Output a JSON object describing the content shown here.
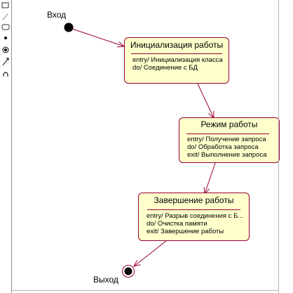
{
  "toolbar": {
    "tools": [
      {
        "icon": "text-box-tool-icon"
      },
      {
        "icon": "anchor-line-tool-icon"
      },
      {
        "icon": "state-tool-icon"
      },
      {
        "icon": "start-state-tool-icon"
      },
      {
        "icon": "end-state-tool-icon"
      },
      {
        "icon": "transition-tool-icon"
      },
      {
        "icon": "self-transition-tool-icon"
      }
    ]
  },
  "diagram": {
    "start_label": "Вход",
    "end_label": "Выход",
    "states": [
      {
        "title": "Инициализация работы",
        "actions": [
          "entry/ Инициализация класса",
          "do/ Соединение с БД"
        ]
      },
      {
        "title": "Режим работы",
        "actions": [
          "entry/ Получение запроса",
          "do/ Обработка запроса",
          "exit/ Выполнение запроса"
        ]
      },
      {
        "title": "Завершение работы",
        "actions": [
          "entry/ Разрыв соединения с Б...",
          "do/ Очистка памяти",
          "exit/ Завершение работы"
        ]
      }
    ]
  },
  "colors": {
    "state_fill": "#ffffcc",
    "state_border": "#990033",
    "transition": "#990033"
  }
}
